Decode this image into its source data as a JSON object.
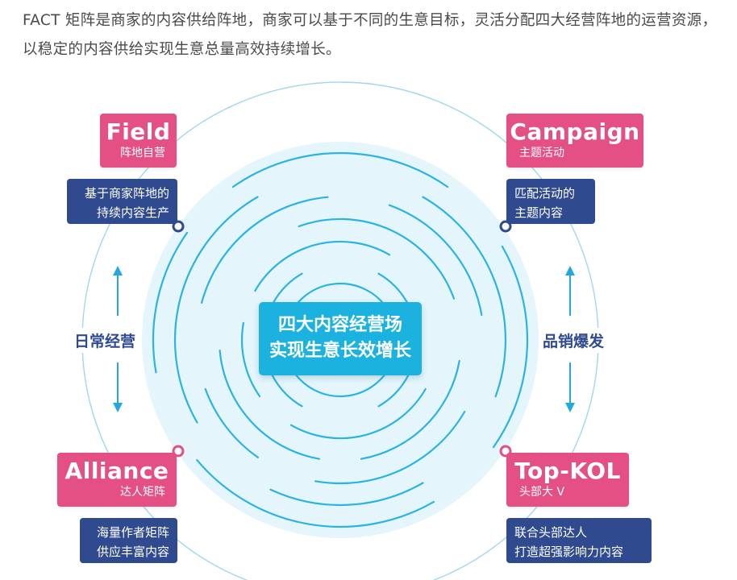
{
  "intro": "FACT 矩阵是商家的内容供给阵地，商家可以基于不同的生意目标，灵活分配四大经营阵地的运营资源，以稳定的内容供给实现生意总量高效持续增长。",
  "center": {
    "line1": "四大内容经营场",
    "line2": "实现生意长效增长"
  },
  "labels": {
    "left": "日常经营",
    "right": "品销爆发"
  },
  "quadrants": {
    "field": {
      "title": "Field",
      "subtitle": "阵地自营",
      "desc1": "基于商家阵地的",
      "desc2": "持续内容生产"
    },
    "campaign": {
      "title": "Campaign",
      "subtitle": "主题活动",
      "desc1": "匹配活动的",
      "desc2": "主题内容"
    },
    "alliance": {
      "title": "Alliance",
      "subtitle": "达人矩阵",
      "desc1": "海量作者矩阵",
      "desc2": "供应丰富内容"
    },
    "topkol": {
      "title": "Top-KOL",
      "subtitle": "头部大 V",
      "desc1": "联合头部达人",
      "desc2": "打造超强影响力内容"
    }
  },
  "colors": {
    "title_pink": "#e44f84",
    "desc_navy": "#2f4a8e",
    "center_blue": "#1bb2e0",
    "ring_line": "#2ab3e4",
    "halo": "#e4f5fc",
    "outer_ring": "#9fd8ee",
    "dot_blue": "#2f4a8e",
    "dot_pink": "#e44f84"
  },
  "icons": {
    "flow_arrows": "arrow-up/arrow-down",
    "nodes": "ring-dot"
  }
}
